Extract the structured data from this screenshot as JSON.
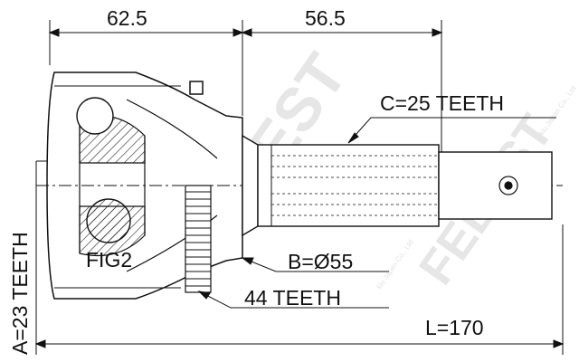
{
  "dimensions": {
    "width_left": "62.5",
    "width_right": "56.5",
    "length": "L=170"
  },
  "specs": {
    "c_teeth": "C=25 TEETH",
    "b_diameter": "B=Ø55",
    "abs_teeth": "44 TEETH",
    "a_teeth": "A=23 TEETH"
  },
  "figure": {
    "label": "FIG2"
  },
  "watermark": {
    "logo_text": "FEBEST",
    "caption": "kiu Japan Co., Ltd"
  }
}
